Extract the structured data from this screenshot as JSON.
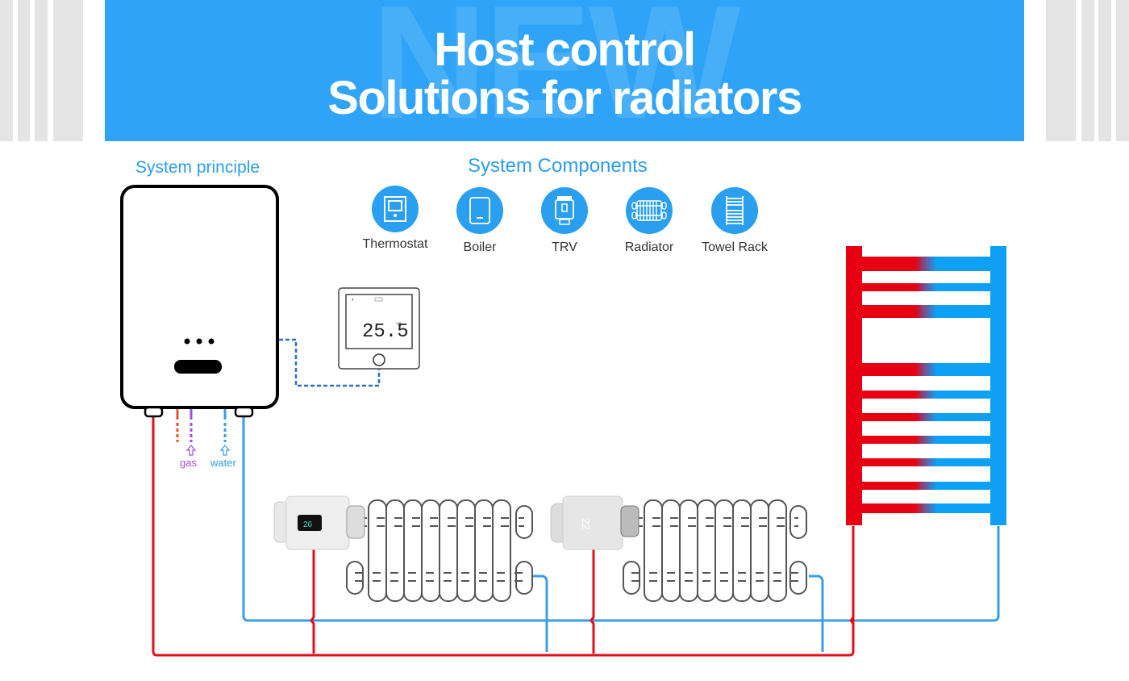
{
  "banner": {
    "watermark": "NEW",
    "title_line1": "Host control",
    "title_line2": "Solutions for radiators",
    "background_color": "#2ea3f7"
  },
  "system_principle": {
    "heading": "System principle",
    "gas_label": "gas",
    "water_label": "water"
  },
  "system_components": {
    "heading": "System Components",
    "items": [
      {
        "label": "Thermostat",
        "icon": "thermostat-icon"
      },
      {
        "label": "Boiler",
        "icon": "boiler-icon"
      },
      {
        "label": "TRV",
        "icon": "trv-icon"
      },
      {
        "label": "Radiator",
        "icon": "radiator-icon"
      },
      {
        "label": "Towel Rack",
        "icon": "towel-rack-icon"
      }
    ]
  },
  "thermostat_display": {
    "temperature": "25.5",
    "unit": "°C"
  },
  "trv1_display": {
    "temperature": "26"
  },
  "trv2_display": {
    "temperature": "22"
  },
  "colors": {
    "accent": "#2b9ee8",
    "hot_pipe": "#e0101a",
    "cold_pipe": "#3a9ee6",
    "gas": "#a64be0",
    "gas_return": "#e8552a"
  }
}
